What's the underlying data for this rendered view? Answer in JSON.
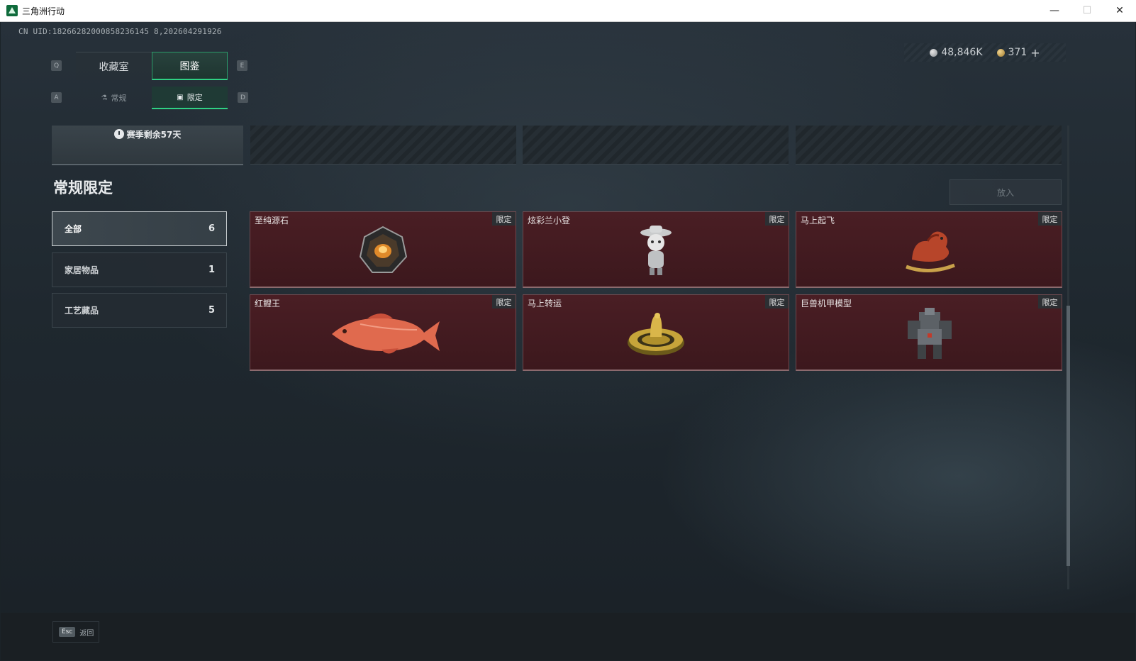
{
  "window": {
    "title": "三角洲行动",
    "minimize": "—",
    "maximize": "☐",
    "close": "✕"
  },
  "uid": "CN UID:18266282000858236145 8,202604291926",
  "keys": {
    "q": "Q",
    "e": "E",
    "a": "A",
    "d": "D"
  },
  "tabs": [
    {
      "label": "收藏室",
      "active": false
    },
    {
      "label": "图鉴",
      "active": true
    }
  ],
  "subtabs": [
    {
      "label": "常规",
      "icon": "flask-icon",
      "active": false
    },
    {
      "label": "限定",
      "icon": "picture-icon",
      "active": true
    }
  ],
  "currency": {
    "silver": "48,846K",
    "gold": "371",
    "plus": "+"
  },
  "season": {
    "remaining": "赛季剩余57天"
  },
  "section_title": "常规限定",
  "put_button": "放入",
  "categories": [
    {
      "label": "全部",
      "count": "6",
      "active": true
    },
    {
      "label": "家居物品",
      "count": "1",
      "active": false
    },
    {
      "label": "工艺藏品",
      "count": "5",
      "active": false
    }
  ],
  "items": [
    {
      "name": "至纯源石",
      "tag": "限定",
      "icon": "gem-icon"
    },
    {
      "name": "炫彩兰小登",
      "tag": "限定",
      "icon": "doll-icon"
    },
    {
      "name": "马上起飞",
      "tag": "限定",
      "icon": "horse-icon"
    },
    {
      "name": "红鲤王",
      "tag": "限定",
      "icon": "fish-icon"
    },
    {
      "name": "马上转运",
      "tag": "限定",
      "icon": "wheel-icon"
    },
    {
      "name": "巨兽机甲模型",
      "tag": "限定",
      "icon": "mech-icon"
    }
  ],
  "bottom": {
    "esc_key": "Esc",
    "back_label": "返回"
  },
  "colors": {
    "accent": "#2fd184",
    "card_bg": "#4a1e24",
    "tag_bg": "#2c2f33"
  }
}
